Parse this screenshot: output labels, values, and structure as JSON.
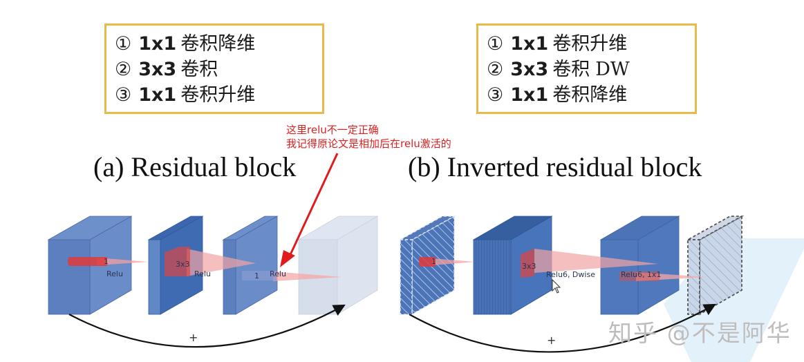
{
  "legend_left": {
    "items": [
      {
        "num": "①",
        "kernel": "1x1",
        "text": "卷积降维"
      },
      {
        "num": "②",
        "kernel": "3x3",
        "text": "卷积"
      },
      {
        "num": "③",
        "kernel": "1x1",
        "text": "卷积升维"
      }
    ]
  },
  "legend_right": {
    "items": [
      {
        "num": "①",
        "kernel": "1x1",
        "text": "卷积升维",
        "suffix": ""
      },
      {
        "num": "②",
        "kernel": "3x3",
        "text": "卷积",
        "suffix": "DW"
      },
      {
        "num": "③",
        "kernel": "1x1",
        "text": "卷积降维",
        "suffix": ""
      }
    ]
  },
  "annotation": {
    "line1": "这里relu不一定正确",
    "line2": "我记得原论文是相加后在relu激活的"
  },
  "captions": {
    "a": "(a) Residual block",
    "b": "(b) Inverted residual block"
  },
  "diagram_a": {
    "labels": [
      "Relu",
      "Relu",
      "Relu"
    ],
    "kernel_labels": [
      "1",
      "3x3",
      "1"
    ],
    "plus": "+"
  },
  "diagram_b": {
    "labels": [
      "Relu6, Dwise",
      "Relu6, 1x1"
    ],
    "kernel_labels": [
      "1",
      "3x3"
    ],
    "plus": "+"
  },
  "watermark": "知乎 @不是阿华",
  "colors": {
    "legend_border": "#e9b949",
    "block_front": "#5b7fbf",
    "block_side": "#6a8cc8",
    "block_dark": "#3f6bb3",
    "block_faded": "#d8e0ee",
    "kernel_red": "#e03535",
    "annotation_red": "#e02020"
  }
}
